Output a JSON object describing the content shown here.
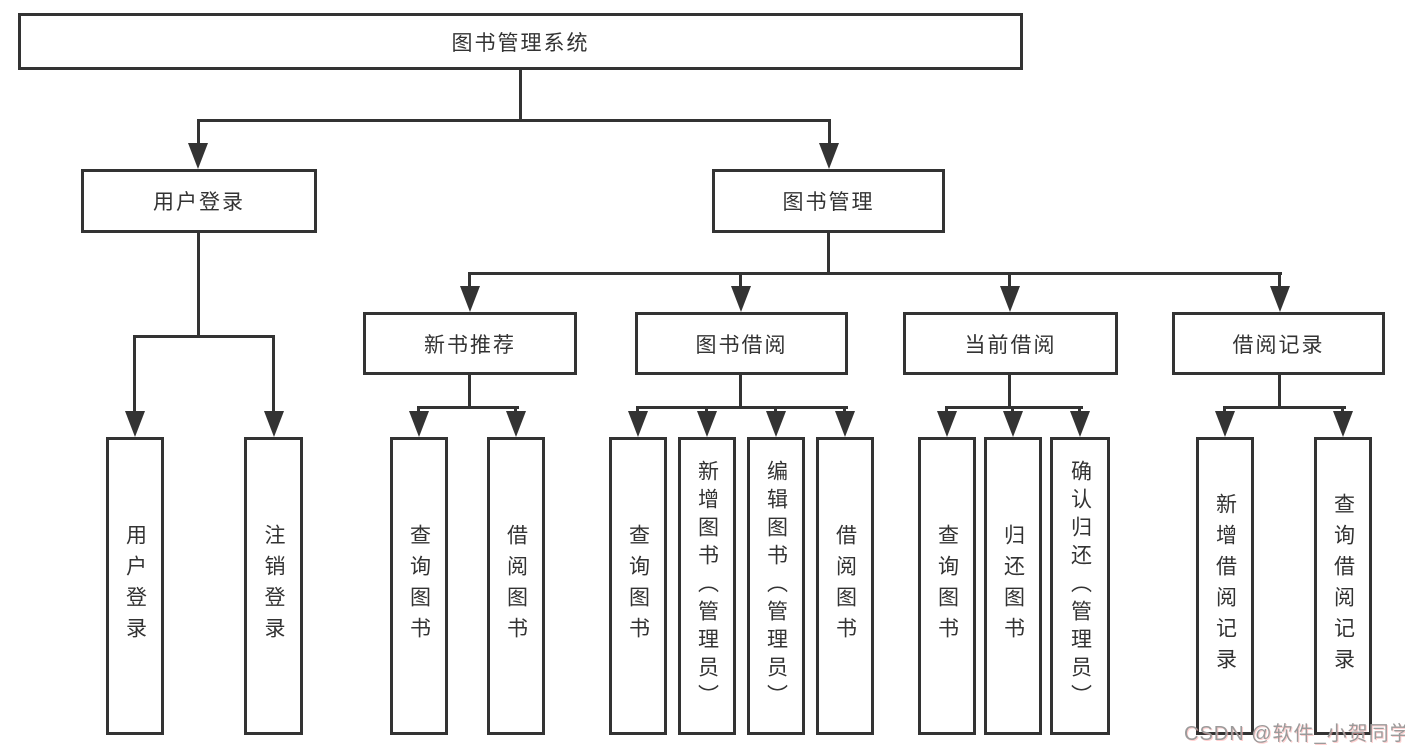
{
  "tree": {
    "label": "图书管理系统",
    "children": [
      {
        "label": "用户登录",
        "children": [
          {
            "label": "用户登录"
          },
          {
            "label": "注销登录"
          }
        ]
      },
      {
        "label": "图书管理",
        "children": [
          {
            "label": "新书推荐",
            "children": [
              {
                "label": "查询图书"
              },
              {
                "label": "借阅图书"
              }
            ]
          },
          {
            "label": "图书借阅",
            "children": [
              {
                "label": "查询图书"
              },
              {
                "label": "新增图书（管理员）"
              },
              {
                "label": "编辑图书（管理员）"
              },
              {
                "label": "借阅图书"
              }
            ]
          },
          {
            "label": "当前借阅",
            "children": [
              {
                "label": "查询图书"
              },
              {
                "label": "归还图书"
              },
              {
                "label": "确认归还（管理员）"
              }
            ]
          },
          {
            "label": "借阅记录",
            "children": [
              {
                "label": "新增借阅记录"
              },
              {
                "label": "查询借阅记录"
              }
            ]
          }
        ]
      }
    ]
  },
  "watermark": {
    "text": "CSDN @软件_小贺同学"
  },
  "colors": {
    "line": "#333333",
    "box_background": "#ffffff",
    "text": "#333333",
    "watermark": "#9b9b9b"
  }
}
